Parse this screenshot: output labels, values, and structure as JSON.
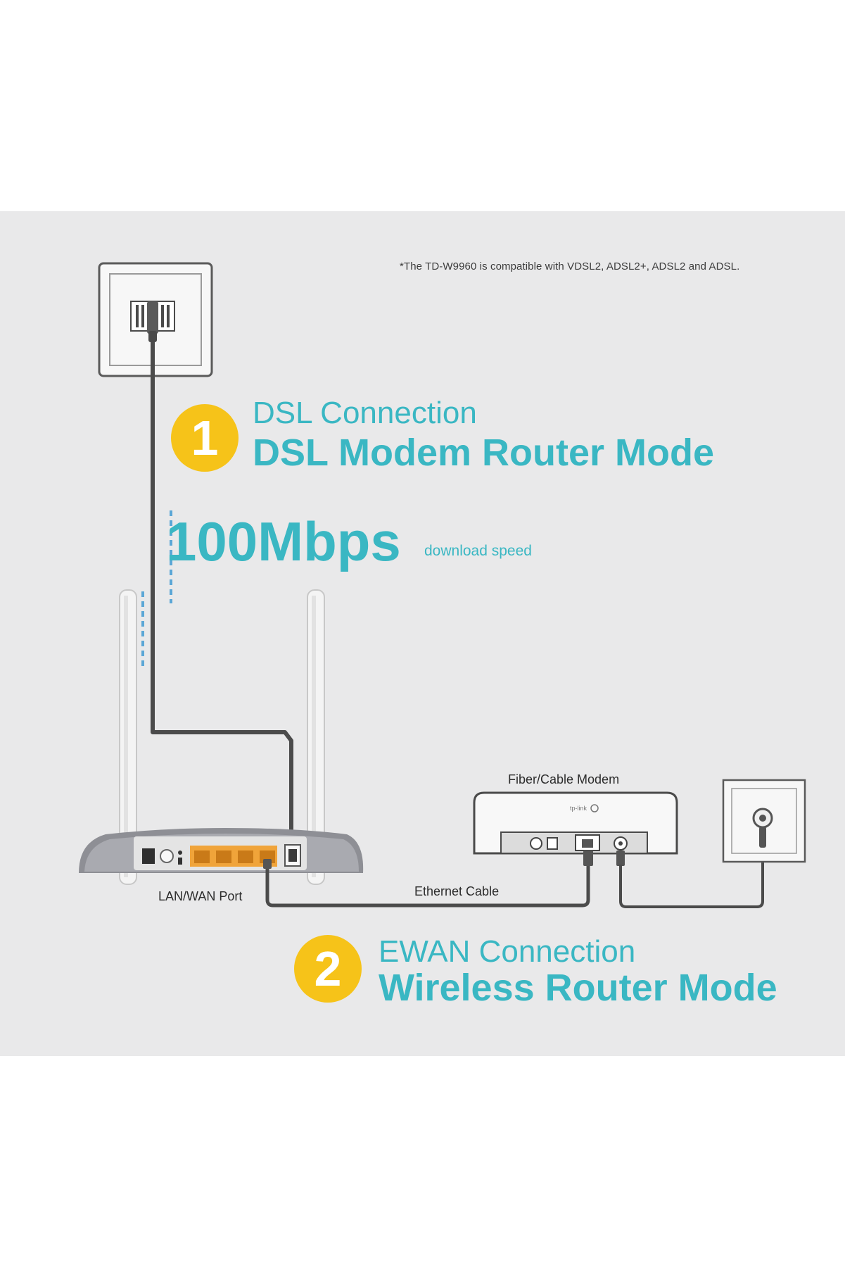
{
  "footnote": "*The TD-W9960 is compatible with VDSL2, ADSL2+, ADSL2 and ADSL.",
  "mode1": {
    "number": "1",
    "connection": "DSL Connection",
    "mode": "DSL Modem Router Mode"
  },
  "speed": {
    "value": "100Mbps",
    "note": "download speed"
  },
  "mode2": {
    "number": "2",
    "connection": "EWAN Connection",
    "mode": "Wireless Router Mode"
  },
  "labels": {
    "modem": "Fiber/Cable Modem",
    "port": "LAN/WAN Port",
    "cable": "Ethernet Cable"
  },
  "colors": {
    "accent": "#3ab7c3",
    "badge": "#f6c319",
    "port": "#f0a43a",
    "background": "#e9e9ea"
  }
}
